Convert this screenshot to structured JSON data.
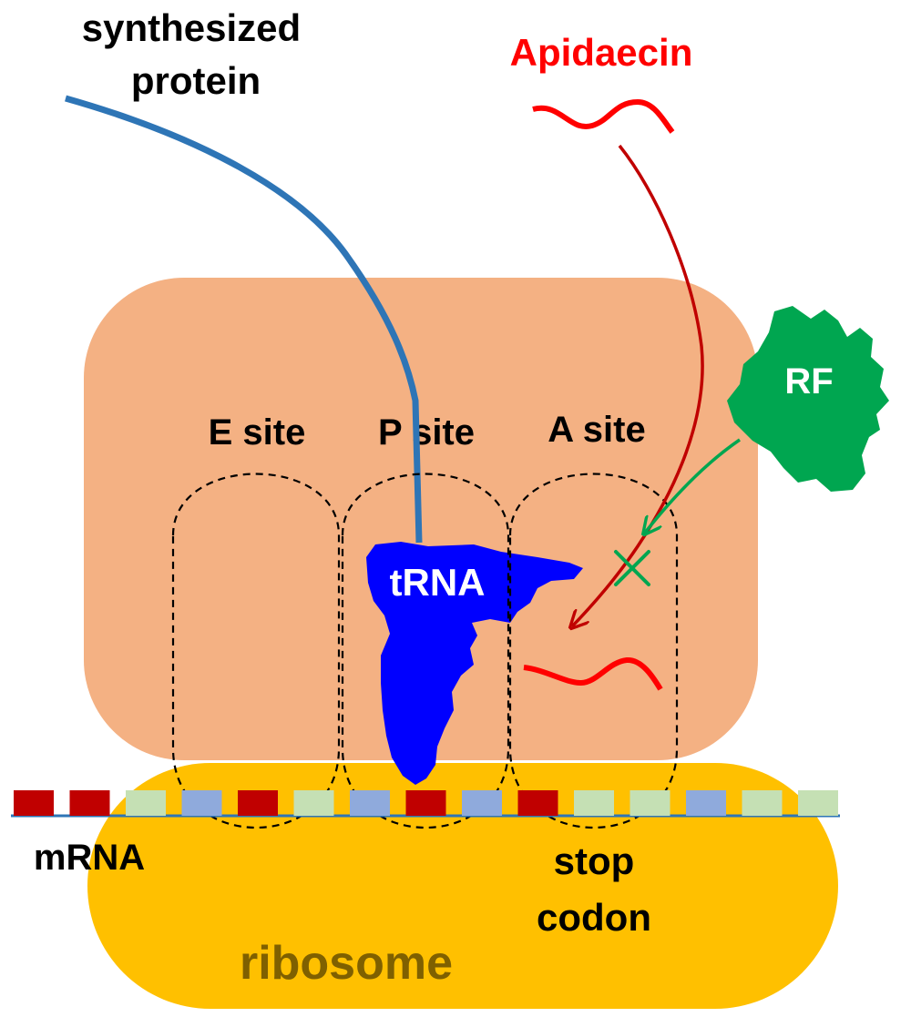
{
  "labels": {
    "synthesized_line1": "synthesized",
    "synthesized_line2": "protein",
    "apidaecin": "Apidaecin",
    "rf": "RF",
    "e_site": "E site",
    "p_site": "P site",
    "a_site": "A site",
    "trna": "tRNA",
    "mrna": "mRNA",
    "stop_line1": "stop",
    "stop_line2": "codon",
    "ribosome": "ribosome"
  },
  "colors": {
    "large_subunit": "#f4b183",
    "small_subunit": "#ffc000",
    "ribosome_text": "#7f6000",
    "protein": "#2e75b6",
    "apidaecin": "#ff0000",
    "apidaecin_arrow": "#c00000",
    "rf": "#00a650",
    "trna": "#0000ff",
    "mrna_line": "#2e75b6",
    "codon_red": "#c00000",
    "codon_blue": "#8faadc",
    "codon_green": "#c5e0b4"
  },
  "mrna_codons": [
    "red",
    "red",
    "green",
    "blue",
    "red",
    "green",
    "blue",
    "red",
    "blue",
    "red",
    "green",
    "green",
    "blue",
    "green",
    "green"
  ]
}
